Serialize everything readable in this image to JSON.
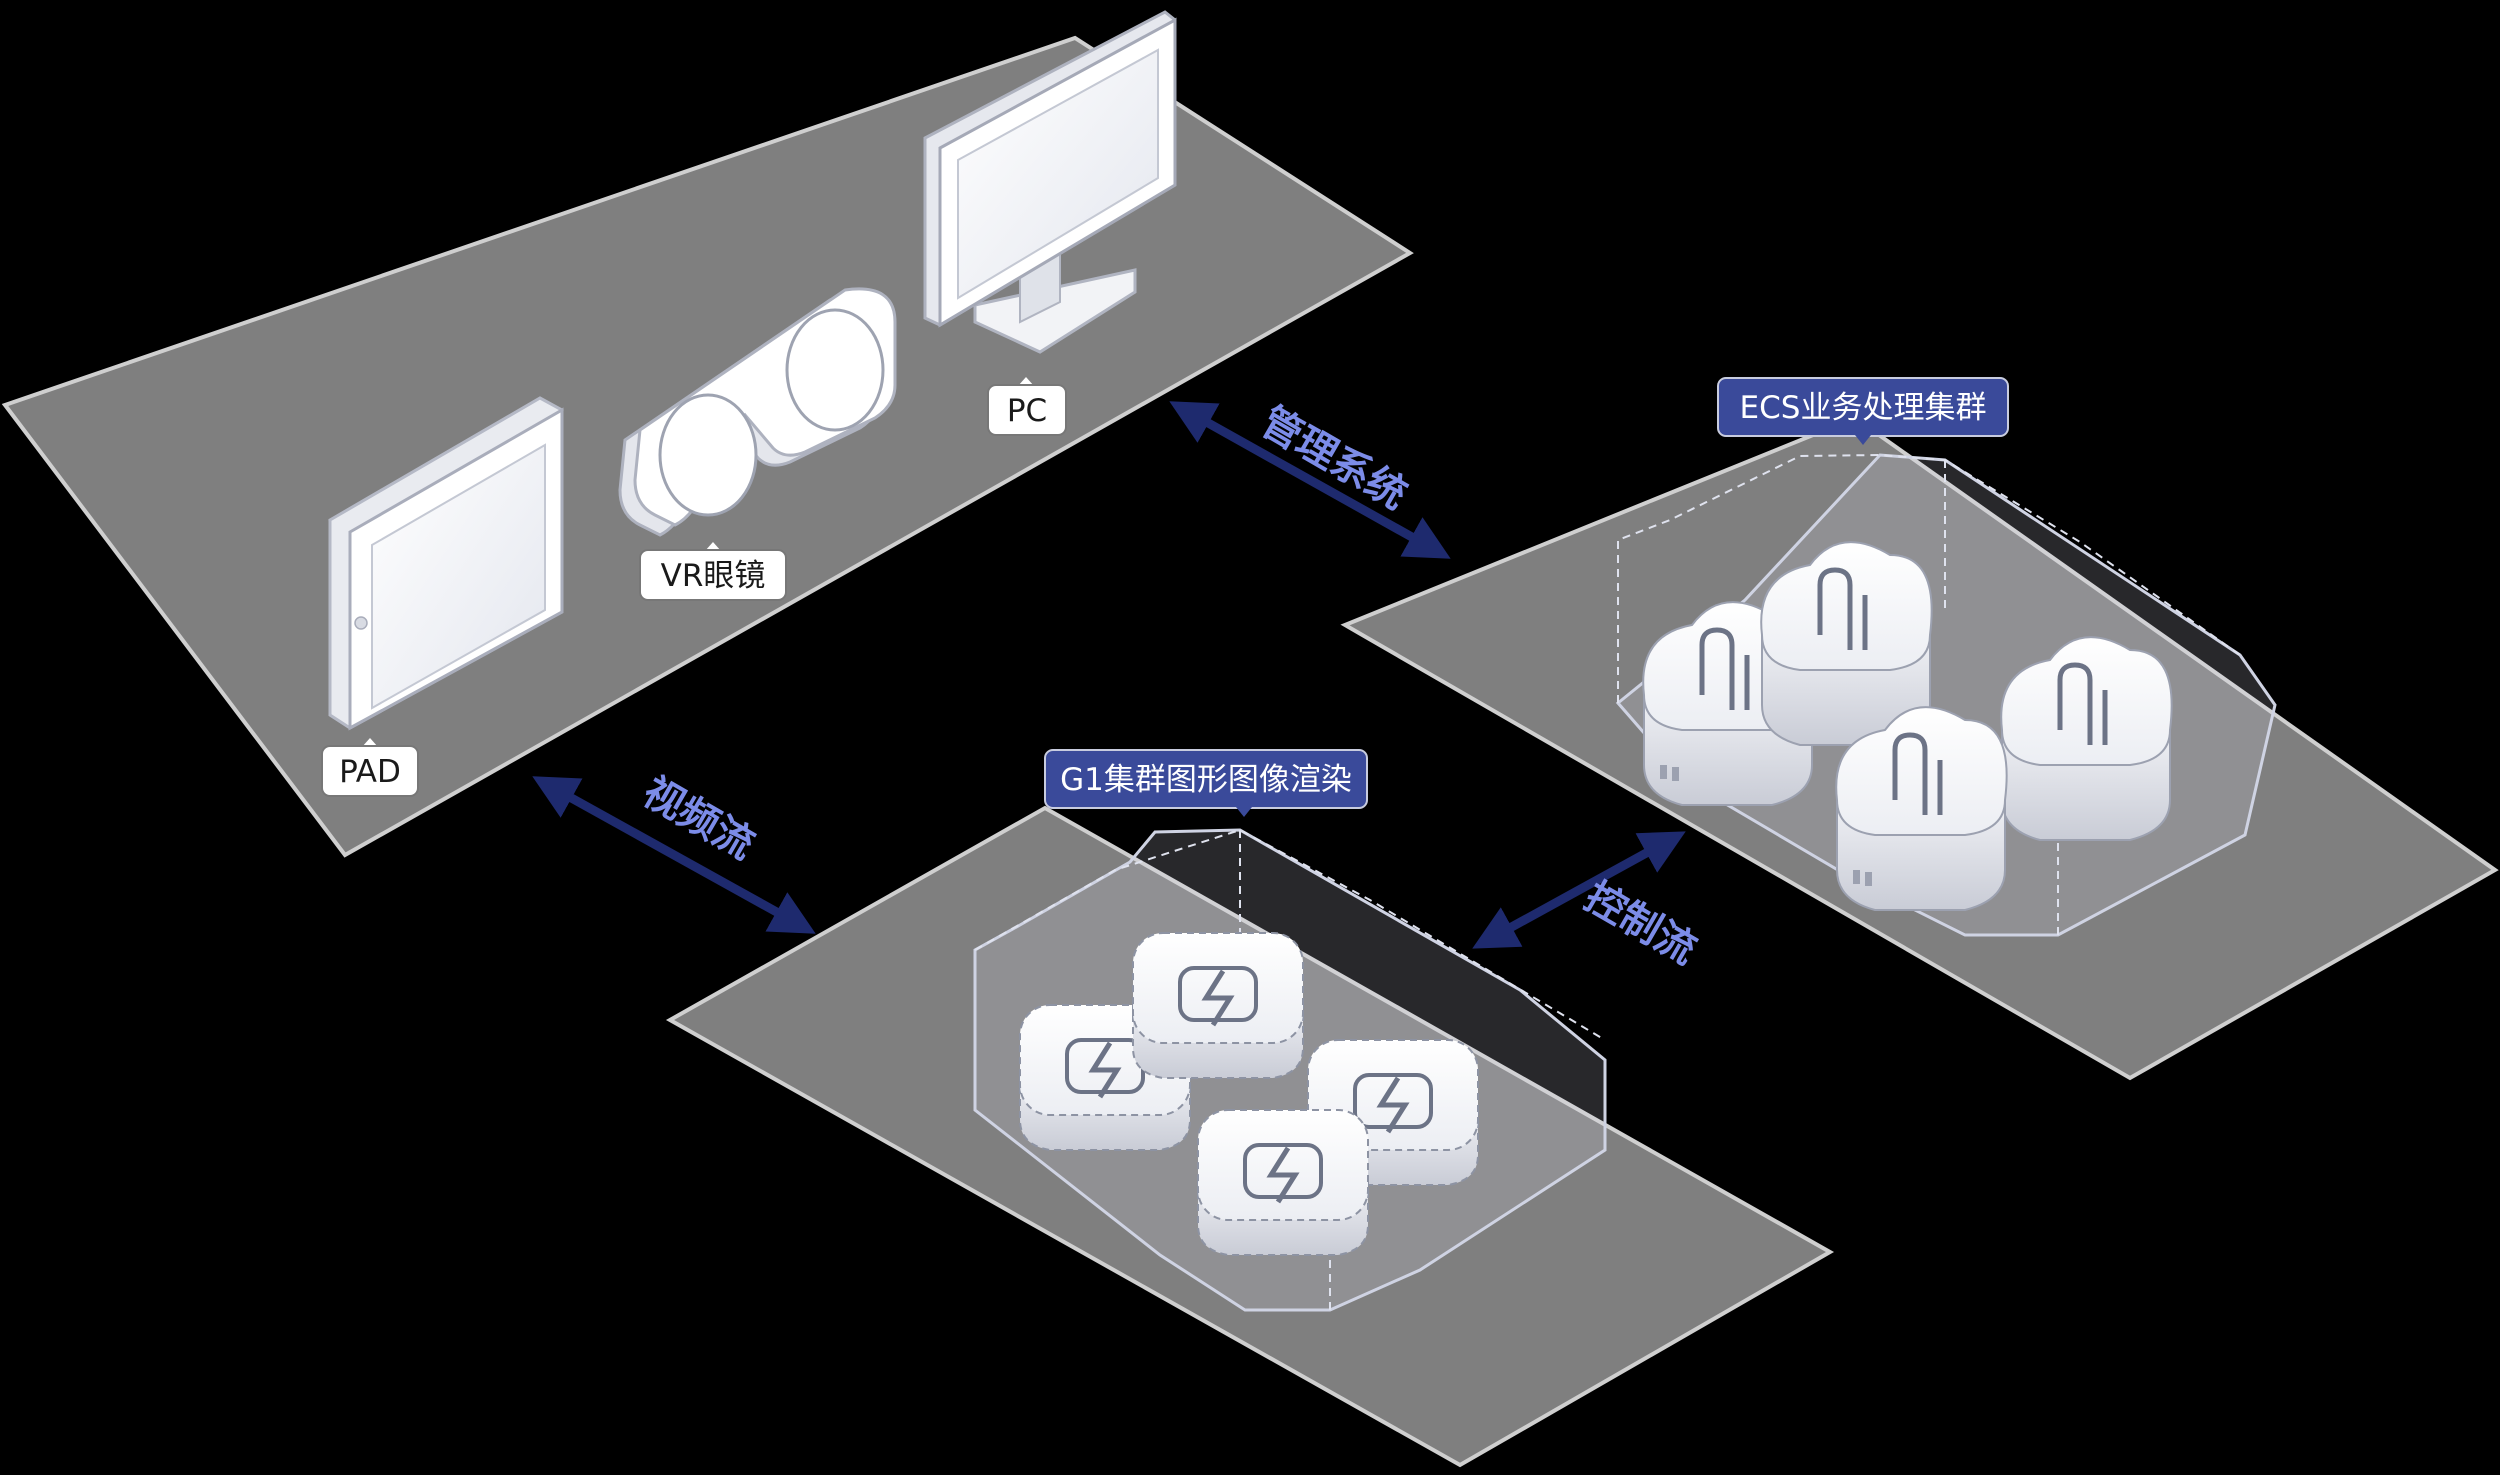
{
  "devices": {
    "pad": "PAD",
    "vr": "VR眼镜",
    "pc": "PC"
  },
  "clusters": {
    "gpu": "G1集群图形图像渲染",
    "ecs": "ECS业务处理集群"
  },
  "flows": {
    "management": "管理系统",
    "video": "视频流",
    "control": "控制流"
  },
  "colors": {
    "background": "#000000",
    "platform": "#7f7f7f",
    "tag": "#3a4a9a",
    "arrow": "#1e2a6e",
    "flow_text": "#7c8ce8"
  }
}
